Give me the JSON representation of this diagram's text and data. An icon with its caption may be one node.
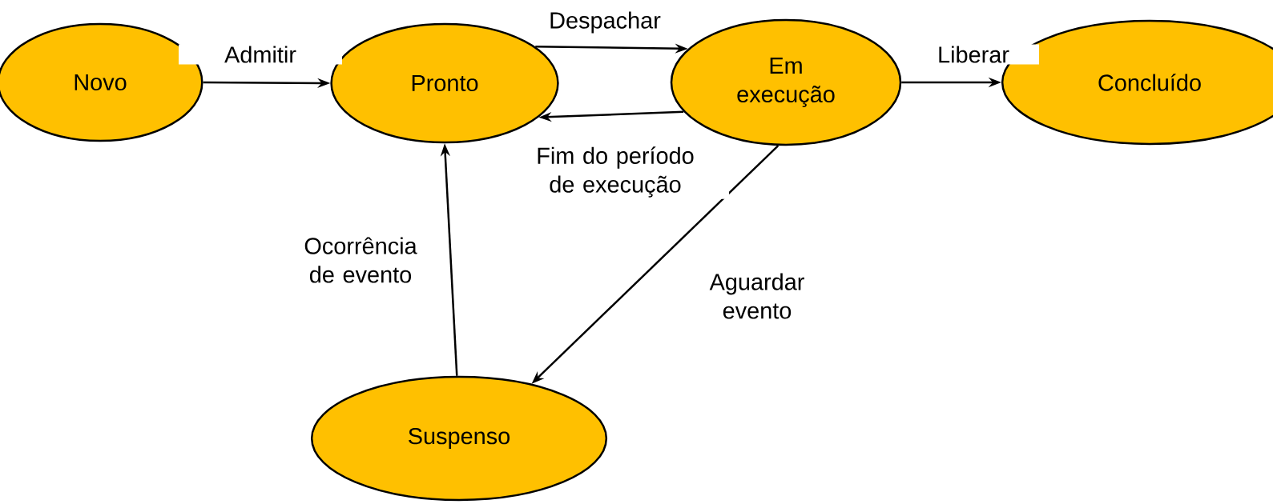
{
  "diagram": {
    "nodes": [
      {
        "text": [
          "Novo"
        ]
      },
      {
        "text": [
          "Pronto"
        ]
      },
      {
        "text": [
          "Em execução"
        ]
      },
      {
        "text": [
          "Concluído"
        ]
      },
      {
        "text": [
          "Suspenso"
        ]
      }
    ],
    "edges": [
      {
        "from": 0,
        "to": 1,
        "arrow": "to",
        "label": "Admitir"
      },
      {
        "from": 1,
        "to": 2,
        "arrow": "to",
        "label": "Despachar"
      },
      {
        "from": 2,
        "to": 1,
        "arrow": "to",
        "label": "Fim do período de execução"
      },
      {
        "from": 2,
        "to": 3,
        "arrow": "to",
        "label": "Liberar"
      },
      {
        "from": 2,
        "to": 4,
        "arrow": "to",
        "label": "Aguardar evento"
      },
      {
        "from": 4,
        "to": 1,
        "arrow": "to",
        "label": "Ocorrência de evento"
      }
    ]
  }
}
